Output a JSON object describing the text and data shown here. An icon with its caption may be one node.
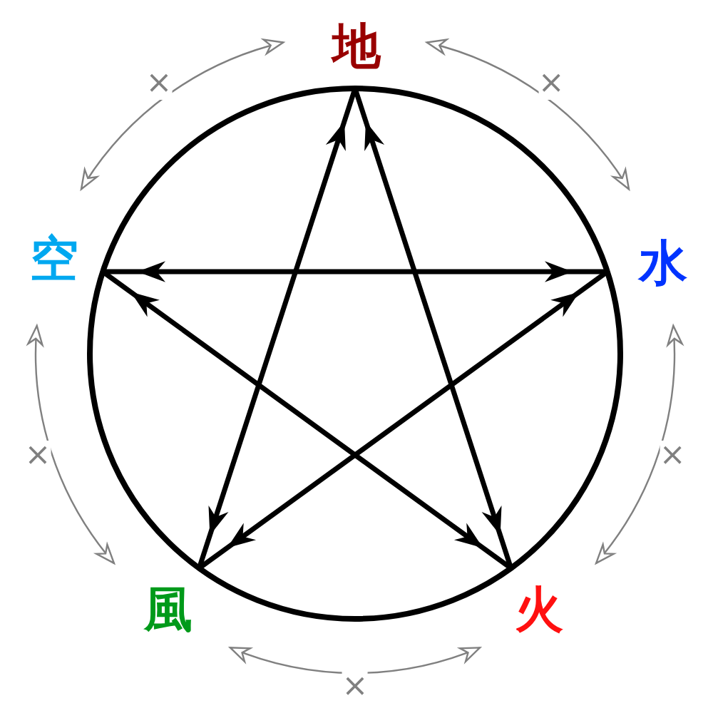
{
  "diagram": {
    "nodes": [
      {
        "text": [
          "地"
        ]
      },
      {
        "text": [
          "空"
        ]
      },
      {
        "text": [
          "水"
        ]
      },
      {
        "text": [
          "風"
        ]
      },
      {
        "text": [
          "火"
        ]
      }
    ],
    "edges": [
      {
        "from": 0,
        "to": 3,
        "arrow": "both",
        "style": "thick"
      },
      {
        "from": 0,
        "to": 4,
        "arrow": "both",
        "style": "thick"
      },
      {
        "from": 1,
        "to": 2,
        "arrow": "both",
        "style": "thick"
      },
      {
        "from": 1,
        "to": 4,
        "arrow": "both",
        "style": "thick"
      },
      {
        "from": 2,
        "to": 3,
        "arrow": "both",
        "style": "thick"
      },
      {
        "from": 0,
        "to": 2,
        "arrow": "both",
        "label": "×",
        "color": "#808080"
      },
      {
        "from": 2,
        "to": 4,
        "arrow": "both",
        "label": "×",
        "color": "#808080"
      },
      {
        "from": 4,
        "to": 3,
        "arrow": "both",
        "label": "×",
        "color": "#808080"
      },
      {
        "from": 3,
        "to": 1,
        "arrow": "both",
        "label": "×",
        "color": "#808080"
      },
      {
        "from": 1,
        "to": 0,
        "arrow": "both",
        "label": "×",
        "color": "#808080"
      }
    ]
  }
}
